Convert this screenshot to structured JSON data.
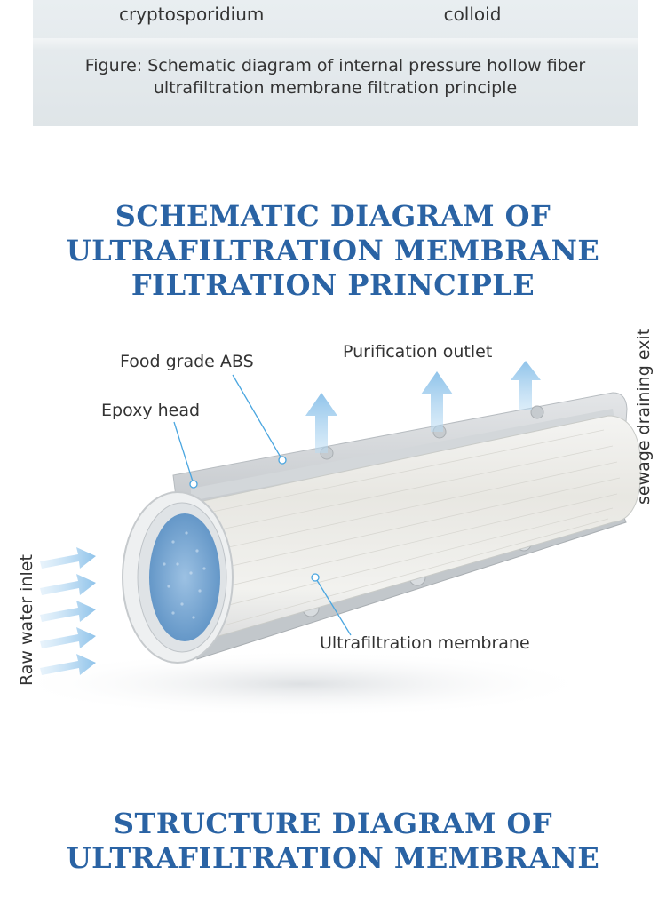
{
  "top_panel": {
    "tag_left": "cryptosporidium",
    "tag_right": "colloid",
    "caption": "Figure: Schematic diagram of internal pressure hollow fiber ultrafiltration membrane filtration principle"
  },
  "section1": {
    "title_line1": "SCHEMATIC DIAGRAM OF",
    "title_line2": "ULTRAFILTRATION MEMBRANE",
    "title_line3": "FILTRATION PRINCIPLE"
  },
  "diagram": {
    "labels": {
      "food_grade_abs": "Food grade ABS",
      "purification_outlet": "Purification outlet",
      "epoxy_head": "Epoxy head",
      "sewage_draining_exit": "sewage draining exit",
      "raw_water_inlet": "Raw water inlet",
      "ultrafiltration_membrane": "Ultrafiltration membrane"
    },
    "colors": {
      "arrow_blue": "#8fc3ea",
      "leader_line": "#4aa6e0",
      "membrane_face": "#6e9fcc"
    }
  },
  "section2": {
    "title_line1": "STRUCTURE DIAGRAM OF",
    "title_line2": "ULTRAFILTRATION MEMBRANE"
  }
}
